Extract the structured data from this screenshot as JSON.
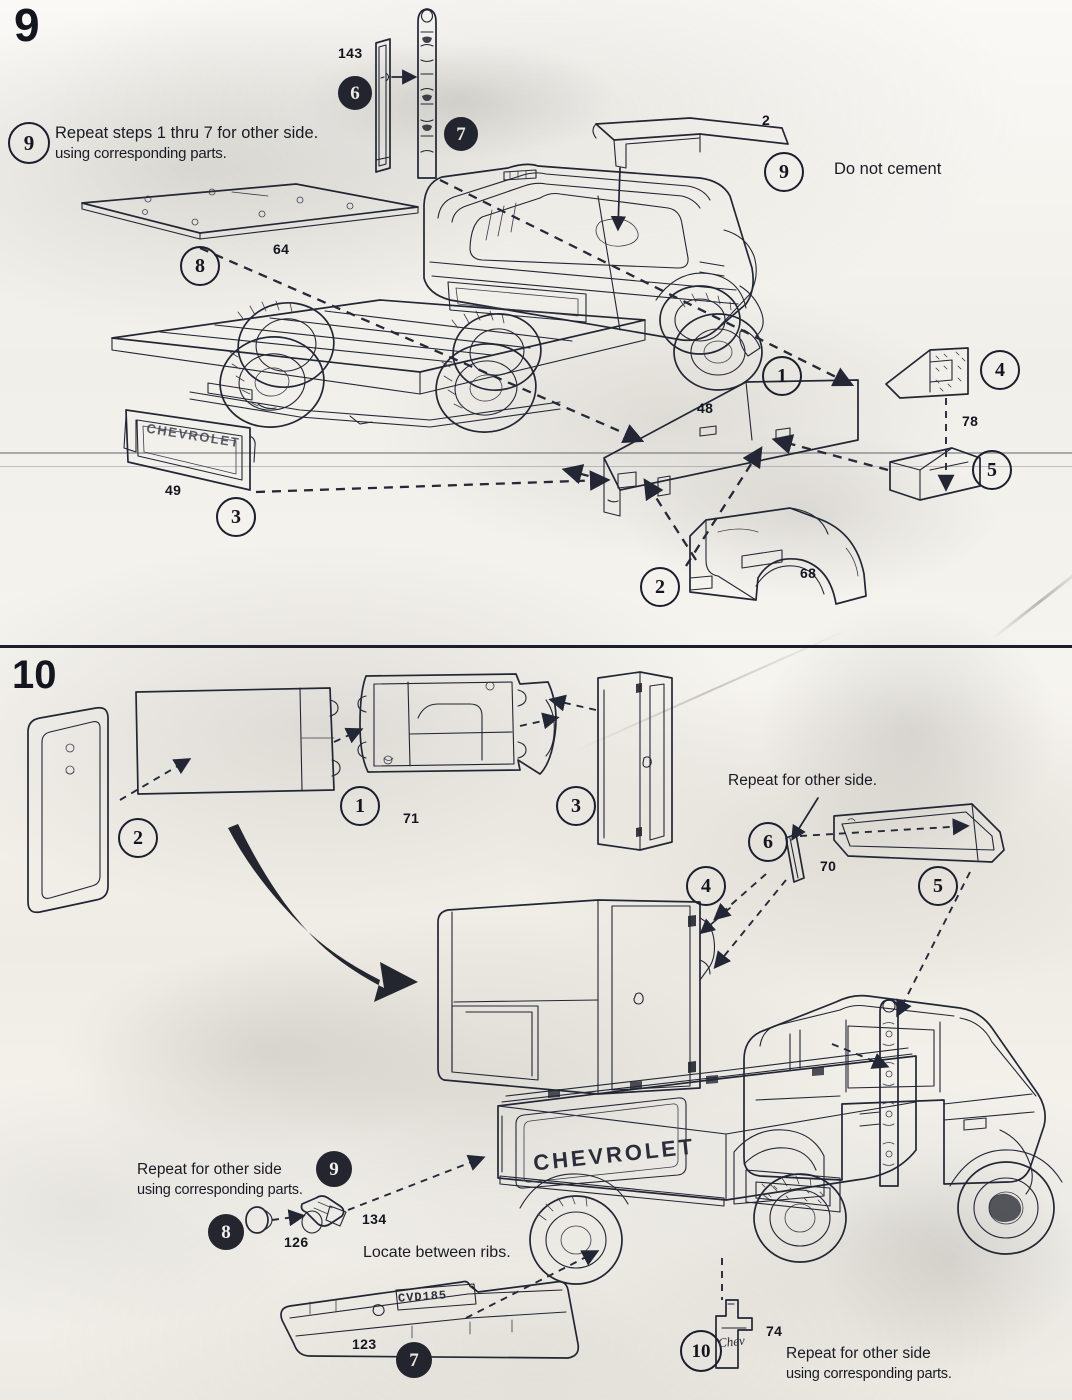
{
  "document": {
    "type": "model-kit-instruction-sheet",
    "subject": "Chevrolet pickup truck scale model",
    "steps": [
      {
        "number": "9",
        "callouts": [
          {
            "id": "mk9-9",
            "label": "9",
            "style": "open"
          },
          {
            "id": "mk9-6",
            "label": "6",
            "style": "filled"
          },
          {
            "id": "mk9-7",
            "label": "7",
            "style": "filled"
          },
          {
            "id": "mk9-9b",
            "label": "9",
            "style": "open"
          },
          {
            "id": "mk9-8",
            "label": "8",
            "style": "open"
          },
          {
            "id": "mk9-1",
            "label": "1",
            "style": "open"
          },
          {
            "id": "mk9-4",
            "label": "4",
            "style": "open"
          },
          {
            "id": "mk9-5",
            "label": "5",
            "style": "open"
          },
          {
            "id": "mk9-3",
            "label": "3",
            "style": "open"
          },
          {
            "id": "mk9-2",
            "label": "2",
            "style": "open"
          }
        ],
        "notes": [
          {
            "id": "note9-repeat",
            "text": "Repeat steps 1 thru 7 for other side."
          },
          {
            "id": "note9-repeat2",
            "text": "using corresponding parts."
          },
          {
            "id": "note9-cement",
            "text": "Do not cement"
          }
        ],
        "part_numbers": [
          "143",
          "64",
          "2",
          "48",
          "78",
          "49",
          "68"
        ]
      },
      {
        "number": "10",
        "callouts": [
          {
            "id": "mk10-2",
            "label": "2",
            "style": "open"
          },
          {
            "id": "mk10-1",
            "label": "1",
            "style": "open"
          },
          {
            "id": "mk10-3",
            "label": "3",
            "style": "open"
          },
          {
            "id": "mk10-6",
            "label": "6",
            "style": "open"
          },
          {
            "id": "mk10-5",
            "label": "5",
            "style": "open"
          },
          {
            "id": "mk10-4",
            "label": "4",
            "style": "open"
          },
          {
            "id": "mk10-9",
            "label": "9",
            "style": "filled"
          },
          {
            "id": "mk10-8",
            "label": "8",
            "style": "filled"
          },
          {
            "id": "mk10-7",
            "label": "7",
            "style": "filled"
          },
          {
            "id": "mk10-10",
            "label": "10",
            "style": "open"
          }
        ],
        "notes": [
          {
            "id": "note10-repeat-side",
            "text": "Repeat for other side."
          },
          {
            "id": "note10-repeat-a",
            "text": "Repeat for other side"
          },
          {
            "id": "note10-repeat-a2",
            "text": "using corresponding parts."
          },
          {
            "id": "note10-locate",
            "text": "Locate between ribs."
          },
          {
            "id": "note10-repeat-b",
            "text": "Repeat for other side"
          },
          {
            "id": "note10-repeat-b2",
            "text": "using corresponding parts."
          }
        ],
        "part_numbers": [
          "71",
          "70",
          "134",
          "126",
          "123",
          "74"
        ]
      }
    ],
    "decals": [
      {
        "id": "tailgate-badge-step9",
        "text": "CHEVROLET"
      },
      {
        "id": "tailgate-badge-step10",
        "text": "CHEVROLET"
      },
      {
        "id": "license-plate",
        "text": "CVD185"
      },
      {
        "id": "bracket-script",
        "text": "Chev"
      }
    ],
    "labels": {
      "step9_num": "9",
      "step10_num": "10",
      "p143": "143",
      "p64": "64",
      "p2": "2",
      "p48": "48",
      "p78": "78",
      "p49": "49",
      "p68": "68",
      "p71": "71",
      "p70": "70",
      "p134": "134",
      "p126": "126",
      "p123": "123",
      "p74": "74",
      "m9a": "9",
      "m6": "6",
      "m7": "7",
      "m9b": "9",
      "m8": "8",
      "m1": "1",
      "m4": "4",
      "m5": "5",
      "m3": "3",
      "m2": "2",
      "n2": "2",
      "n1": "1",
      "n3": "3",
      "n6": "6",
      "n5": "5",
      "n4": "4",
      "n9": "9",
      "n8": "8",
      "n7": "7",
      "n10": "10",
      "repeat_1_7": "Repeat steps 1 thru 7 for other side.",
      "using_corresponding": "using corresponding parts.",
      "do_not_cement": "Do not cement",
      "repeat_other_side_p": "Repeat for other side.",
      "repeat_other_side": "Repeat for other side",
      "using_corresponding2": "using corresponding parts.",
      "locate_ribs": "Locate between ribs.",
      "repeat_other_side_b": "Repeat for other side",
      "using_corresponding3": "using corresponding parts.",
      "chevrolet_9": "CHEVROLET",
      "chevrolet_10": "CHEVROLET",
      "plate": "CVD185"
    },
    "colors": {
      "paper": "#f3f1ec",
      "ink": "#232634",
      "marker_fill": "#23262f",
      "marker_text": "#f4f2ed"
    }
  }
}
